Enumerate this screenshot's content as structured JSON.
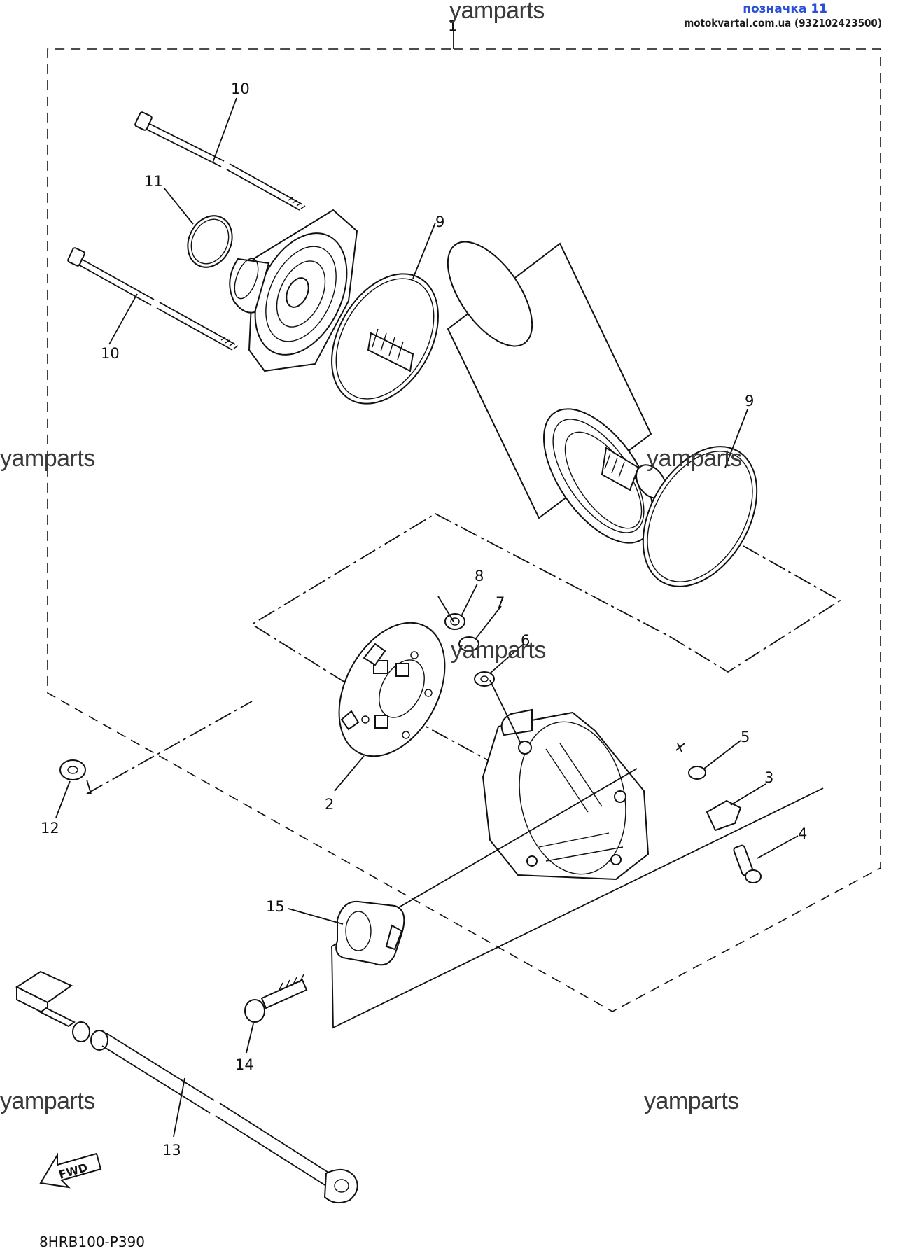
{
  "header": {
    "tag": "позначка 11",
    "site": "motokvartal.com.ua (932102423500)"
  },
  "watermarks": [
    "yamparts",
    "yamparts",
    "yamparts",
    "yamparts",
    "yamparts"
  ],
  "callouts": {
    "assembly": "1",
    "bolt_top": "10",
    "bolt_bottom": "10",
    "oring_small": "11",
    "oring_front": "9",
    "oring_rear": "9",
    "nut": "8",
    "washer_7": "7",
    "washer_6": "6",
    "brush_plate": "2",
    "nut_12": "12",
    "washer_5": "5",
    "clip_3": "3",
    "screw_4": "4",
    "clamp_15": "15",
    "bolt_14": "14",
    "cable_13": "13"
  },
  "fwd_label": "FWD",
  "diagram_code": "8HRB100-P390"
}
